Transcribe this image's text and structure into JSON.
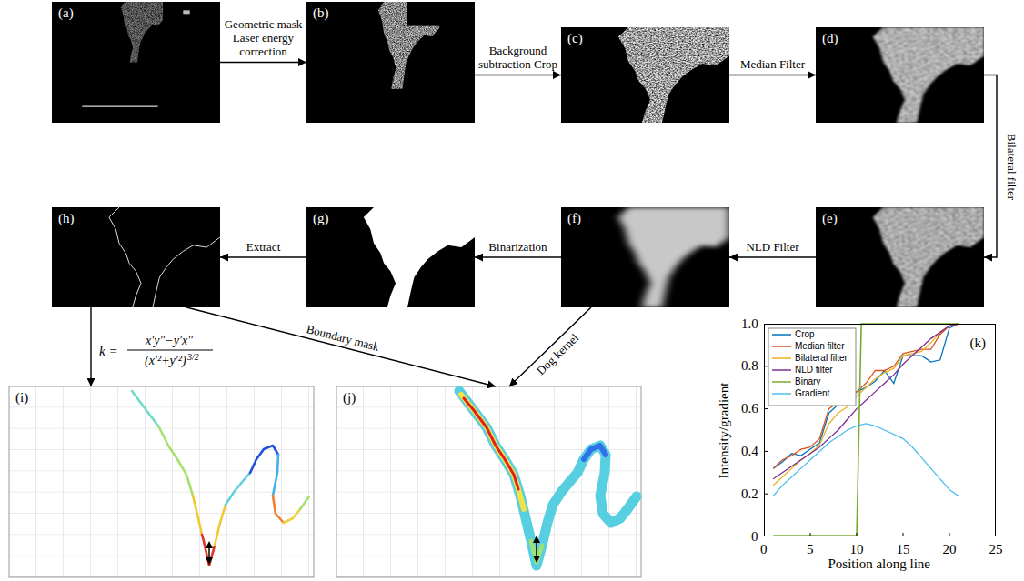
{
  "diagram": {
    "nodes": [
      {
        "text": [
          "(a)"
        ]
      },
      {
        "text": [
          "(b)"
        ]
      },
      {
        "text": [
          "(c)"
        ]
      },
      {
        "text": [
          "(d)"
        ]
      },
      {
        "text": [
          "(h)"
        ]
      },
      {
        "text": [
          "(g)"
        ]
      },
      {
        "text": [
          "(f)"
        ]
      },
      {
        "text": [
          "(e)"
        ]
      },
      {
        "text": [
          "(i)"
        ]
      },
      {
        "text": [
          "(j)"
        ]
      },
      {
        "text": [
          "(k)"
        ]
      }
    ],
    "edges": [
      {
        "from": 0,
        "to": 1,
        "label": "Geometric mask Laser energy correction",
        "arrow": "to"
      },
      {
        "from": 1,
        "to": 2,
        "label": "Background subtraction Crop",
        "arrow": "to"
      },
      {
        "from": 2,
        "to": 3,
        "label": "Median Filter",
        "arrow": "to"
      },
      {
        "from": 3,
        "to": 7,
        "label": "Bilateral filter",
        "arrow": "to"
      },
      {
        "from": 7,
        "to": 6,
        "label": "NLD Filter",
        "arrow": "to"
      },
      {
        "from": 6,
        "to": 5,
        "label": "Binarization",
        "arrow": "to"
      },
      {
        "from": 5,
        "to": 4,
        "label": "Extract",
        "arrow": "to"
      },
      {
        "from": 4,
        "to": 8,
        "label": "k =",
        "arrow": "to"
      },
      {
        "from": 4,
        "to": 9,
        "label": "Boundary mask",
        "arrow": "to"
      },
      {
        "from": 6,
        "to": 9,
        "label": "Dog kernel",
        "arrow": "to"
      }
    ],
    "labels": [
      "x′y″−y′x″",
      "(x′²+y′²)",
      "3/2",
      "1.0",
      "0.8",
      "0.6",
      "0.4",
      "0.2",
      "0",
      "0",
      "5",
      "10",
      "15",
      "20",
      "25",
      "Intensity/gradient",
      "Position along line"
    ],
    "legend": [
      {
        "text": "Crop"
      },
      {
        "text": "Median filter"
      },
      {
        "text": "Bilateral filter"
      },
      {
        "text": "NLD filter"
      },
      {
        "text": "Binary"
      },
      {
        "text": "Gradient"
      }
    ]
  }
}
